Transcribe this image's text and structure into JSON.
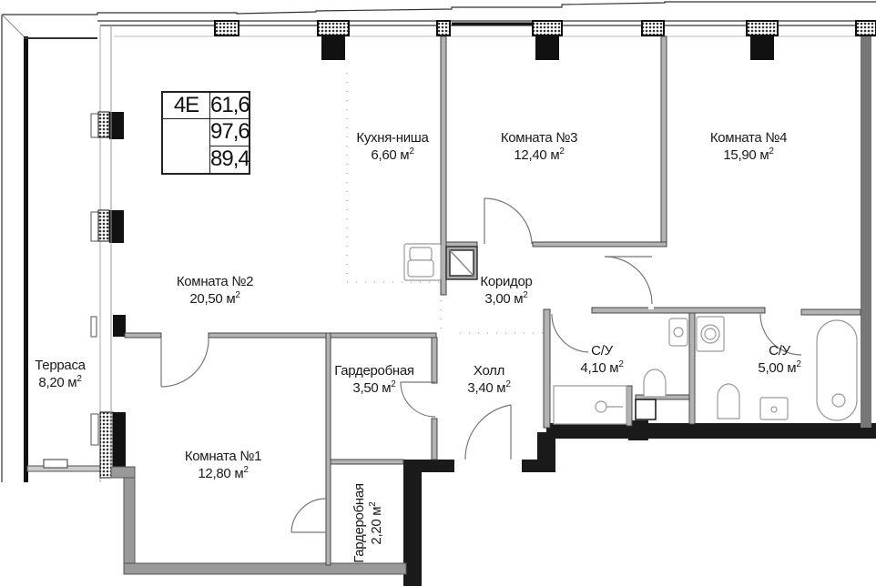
{
  "apartment": {
    "code": "4E",
    "living_area": "61,6",
    "total_area": "97,6",
    "area_without_terrace": "89,4"
  },
  "area_unit_base": "м",
  "area_unit_exp": "2",
  "rooms": [
    {
      "name": "Кухня-ниша",
      "area": "6,60"
    },
    {
      "name": "Комната №3",
      "area": "12,40"
    },
    {
      "name": "Комната №4",
      "area": "15,90"
    },
    {
      "name": "Комната №2",
      "area": "20,50"
    },
    {
      "name": "Коридор",
      "area": "3,00"
    },
    {
      "name": "С/У",
      "area": "4,10"
    },
    {
      "name": "С/У",
      "area": "5,00"
    },
    {
      "name": "Терраса",
      "area": "8,20"
    },
    {
      "name": "Гардеробная",
      "area": "3,50"
    },
    {
      "name": "Холл",
      "area": "3,40"
    },
    {
      "name": "Комната №1",
      "area": "12,80"
    },
    {
      "name": "Гардеробная",
      "area": "2,20"
    }
  ],
  "colors": {
    "exterior_wall": "#1a1a1a",
    "interior_wall": "#b3b3b3",
    "wall_outline": "#333333",
    "fixture": "#9a9a9a",
    "window_hatch": "#555555"
  }
}
